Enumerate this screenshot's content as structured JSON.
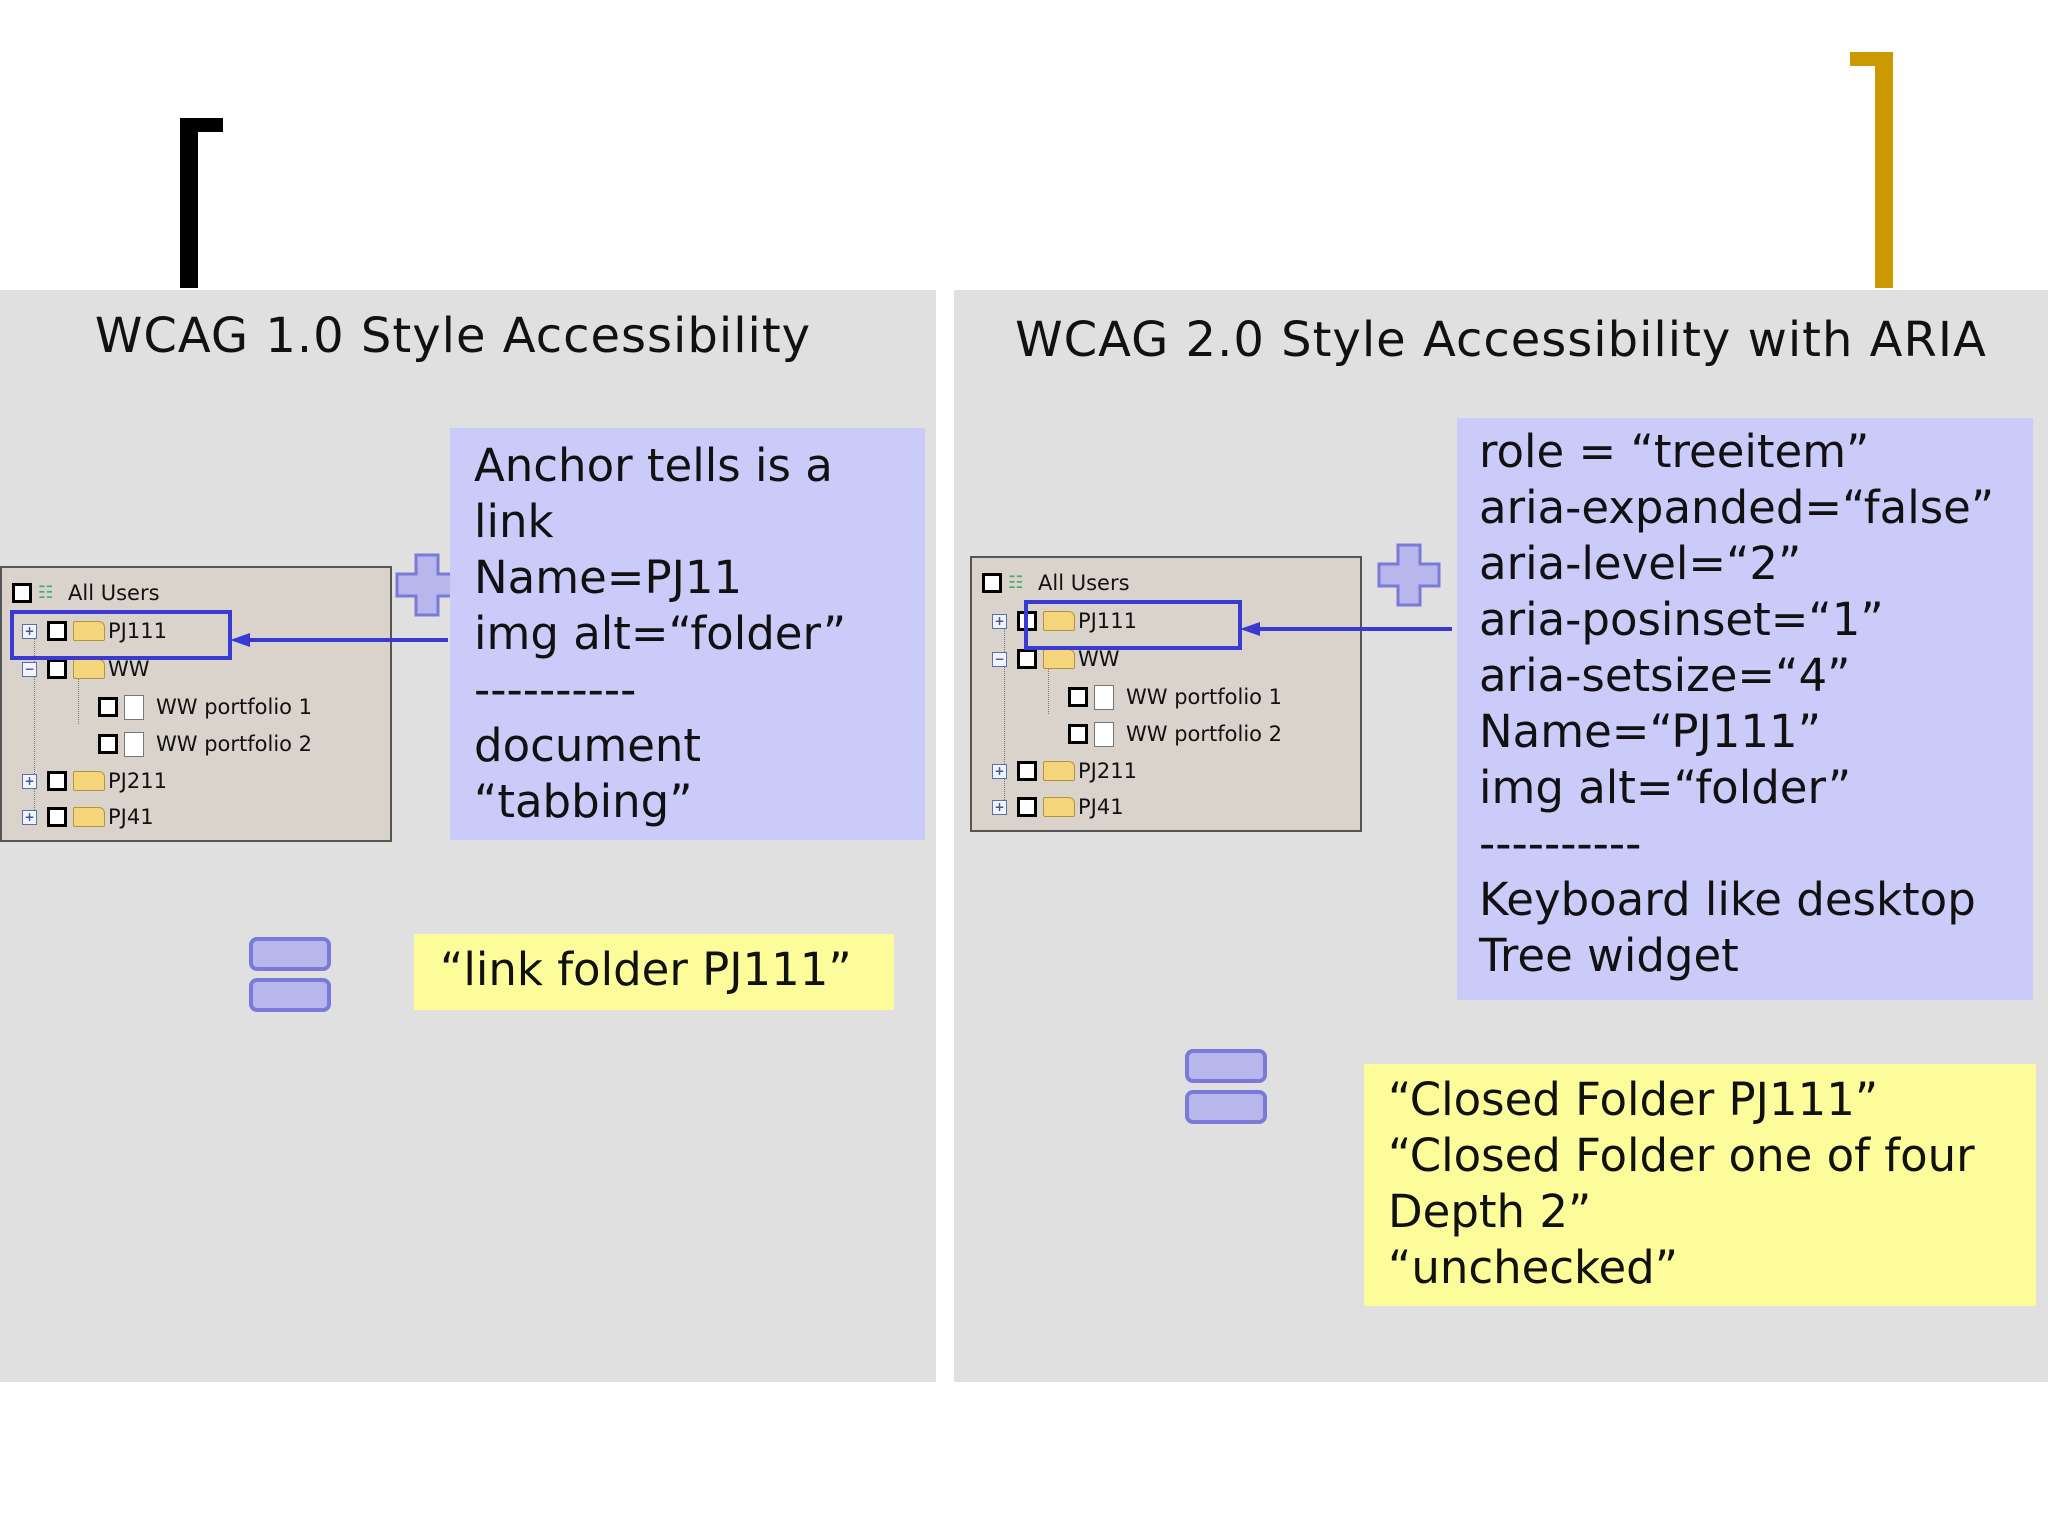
{
  "left_panel": {
    "title": "WCAG 1.0 Style Accessibility",
    "tree": {
      "root": "All Users",
      "items": [
        "PJ111",
        "WW",
        "WW portfolio 1",
        "WW portfolio 2",
        "PJ211",
        "PJ41"
      ]
    },
    "attributes_note": [
      "Anchor tells is a",
      "link",
      "Name=PJ11",
      "img alt=“folder”",
      "----------",
      "document",
      "“tabbing”"
    ],
    "speech_output": "“link folder PJ111”"
  },
  "right_panel": {
    "title": "WCAG 2.0 Style Accessibility with ARIA",
    "tree": {
      "root": "All Users",
      "items": [
        "PJ111",
        "WW",
        "WW portfolio 1",
        "WW portfolio 2",
        "PJ211",
        "PJ41"
      ]
    },
    "attributes_note": [
      "role = “treeitem”",
      "aria-expanded=“false”",
      "aria-level=“2”",
      "aria-posinset=“1”",
      "aria-setsize=“4”",
      "Name=“PJ111”",
      "img alt=“folder”",
      "----------",
      "Keyboard like desktop",
      "Tree widget"
    ],
    "speech_output": [
      "“Closed Folder PJ111”",
      "“Closed Folder one of four",
      "Depth 2”",
      "“unchecked”"
    ]
  },
  "colors": {
    "panel_bg": "#e0e0e0",
    "note_blue": "#cbcbf9",
    "note_yellow": "#fcfc9a",
    "highlight": "#3a3ad0",
    "bracket_left": "#000000",
    "bracket_right": "#cc9900"
  }
}
